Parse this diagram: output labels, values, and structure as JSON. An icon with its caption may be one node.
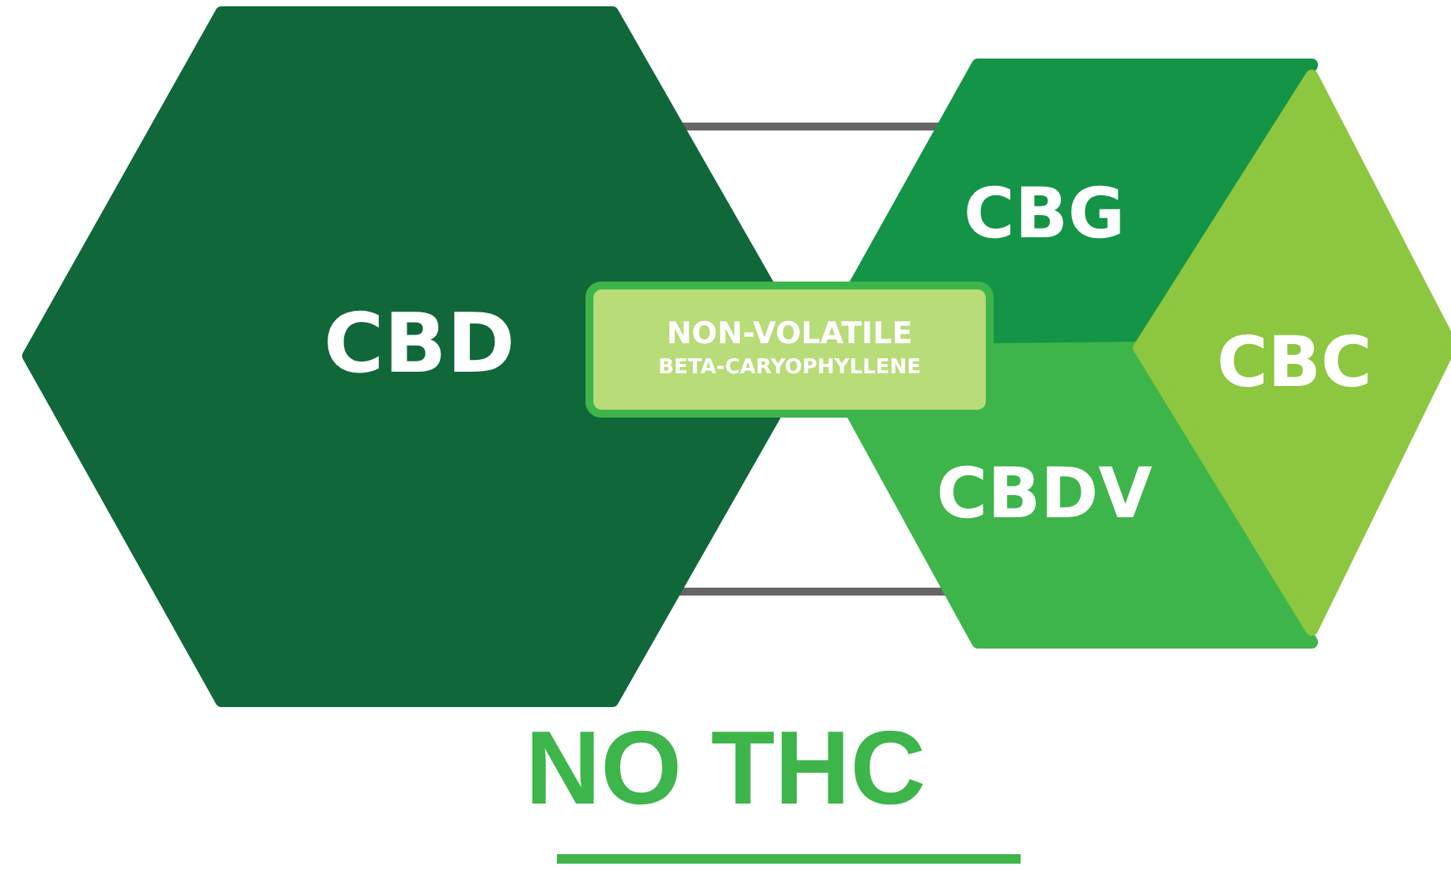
{
  "diagram": {
    "nodes": [
      {
        "text": [
          "CBD"
        ]
      },
      {
        "text": [
          "CBG"
        ]
      },
      {
        "text": [
          "CBDV"
        ]
      },
      {
        "text": [
          "CBC"
        ]
      },
      {
        "text": [
          "NON-VOLATILE",
          "BETA-CARYOPHYLLENE"
        ]
      }
    ],
    "edges": [
      {
        "from": 0,
        "to": 1,
        "arrow": "none"
      },
      {
        "from": 0,
        "to": 2,
        "arrow": "none"
      }
    ],
    "labels": [
      "NO THC"
    ]
  }
}
